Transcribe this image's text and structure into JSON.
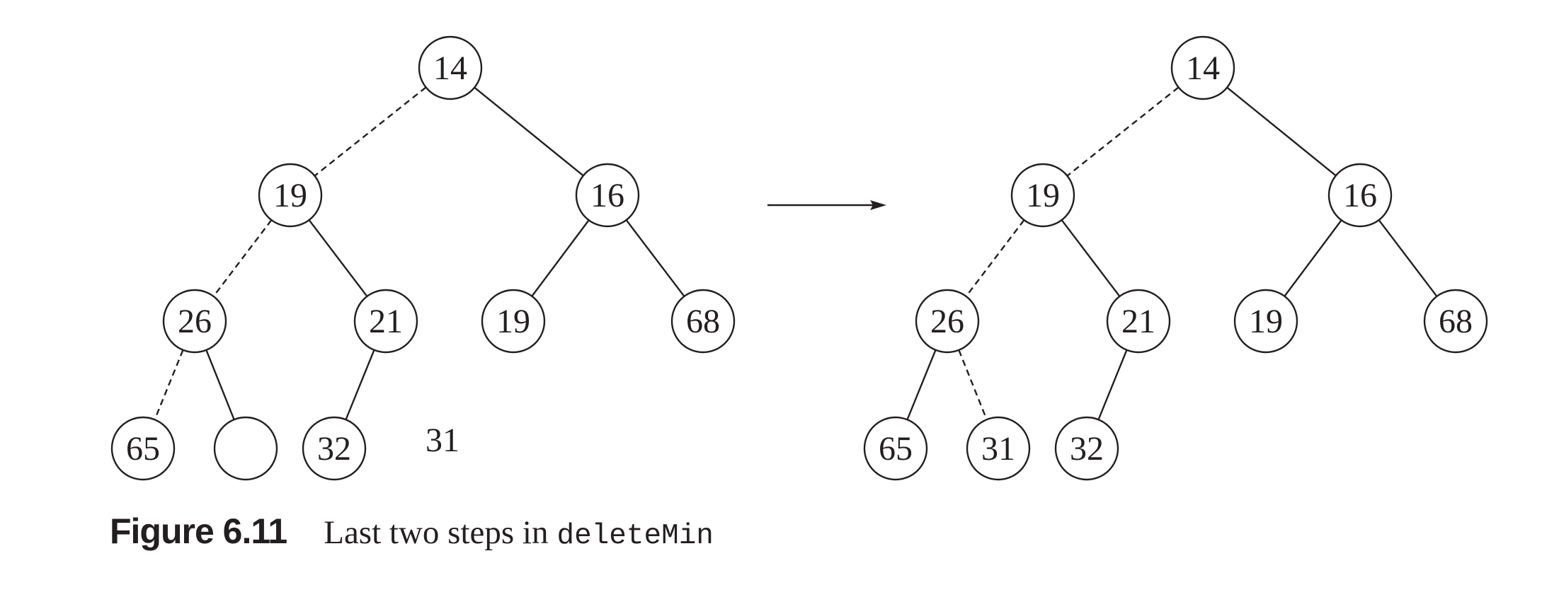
{
  "colors": {
    "ink": "#231f20",
    "background": "#ffffff"
  },
  "left_tree": {
    "nodes": [
      {
        "id": "l-root",
        "label": "14"
      },
      {
        "id": "l-a",
        "label": "19"
      },
      {
        "id": "l-b",
        "label": "16"
      },
      {
        "id": "l-c",
        "label": "26"
      },
      {
        "id": "l-d",
        "label": "21"
      },
      {
        "id": "l-e",
        "label": "19"
      },
      {
        "id": "l-f",
        "label": "68"
      },
      {
        "id": "l-g",
        "label": "65"
      },
      {
        "id": "l-hole",
        "label": ""
      },
      {
        "id": "l-h",
        "label": "32"
      }
    ],
    "floating_value": "31",
    "edges": [
      {
        "from": "l-root",
        "to": "l-a",
        "style": "dashed"
      },
      {
        "from": "l-root",
        "to": "l-b",
        "style": "solid"
      },
      {
        "from": "l-a",
        "to": "l-c",
        "style": "dashed"
      },
      {
        "from": "l-a",
        "to": "l-d",
        "style": "solid"
      },
      {
        "from": "l-b",
        "to": "l-e",
        "style": "solid"
      },
      {
        "from": "l-b",
        "to": "l-f",
        "style": "solid"
      },
      {
        "from": "l-c",
        "to": "l-g",
        "style": "dashed"
      },
      {
        "from": "l-c",
        "to": "l-hole",
        "style": "solid"
      },
      {
        "from": "l-d",
        "to": "l-h",
        "style": "solid"
      }
    ]
  },
  "right_tree": {
    "nodes": [
      {
        "id": "r-root",
        "label": "14"
      },
      {
        "id": "r-a",
        "label": "19"
      },
      {
        "id": "r-b",
        "label": "16"
      },
      {
        "id": "r-c",
        "label": "26"
      },
      {
        "id": "r-d",
        "label": "21"
      },
      {
        "id": "r-e",
        "label": "19"
      },
      {
        "id": "r-f",
        "label": "68"
      },
      {
        "id": "r-g",
        "label": "65"
      },
      {
        "id": "r-i",
        "label": "31"
      },
      {
        "id": "r-h",
        "label": "32"
      }
    ],
    "edges": [
      {
        "from": "r-root",
        "to": "r-a",
        "style": "dashed"
      },
      {
        "from": "r-root",
        "to": "r-b",
        "style": "solid"
      },
      {
        "from": "r-a",
        "to": "r-c",
        "style": "dashed"
      },
      {
        "from": "r-a",
        "to": "r-d",
        "style": "solid"
      },
      {
        "from": "r-b",
        "to": "r-e",
        "style": "solid"
      },
      {
        "from": "r-b",
        "to": "r-f",
        "style": "solid"
      },
      {
        "from": "r-c",
        "to": "r-g",
        "style": "solid"
      },
      {
        "from": "r-c",
        "to": "r-i",
        "style": "dashed"
      },
      {
        "from": "r-d",
        "to": "r-h",
        "style": "solid"
      }
    ]
  },
  "caption": {
    "label": "Figure 6.11",
    "text": "Last two steps in",
    "code": "deleteMin"
  }
}
